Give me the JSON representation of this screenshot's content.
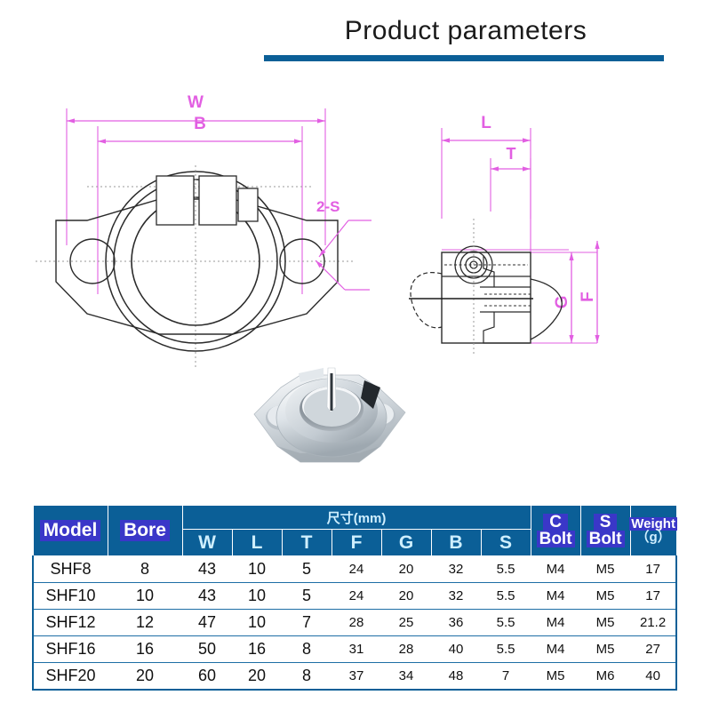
{
  "header": {
    "title": "Product parameters",
    "rule_color": "#0b5f97"
  },
  "drawing": {
    "front_view": {
      "dim_w_label": "W",
      "dim_b_label": "B",
      "callout_label": "2-S"
    },
    "side_view": {
      "dim_l_label": "L",
      "dim_t_label": "T",
      "dim_g_label": "G",
      "dim_f_label": "F"
    },
    "dimension_color": "#e25fe2",
    "outline_color": "#2b2b2b",
    "centerline_color": "#9a9a9a"
  },
  "photo": {
    "alt": "silver aluminum shaft support flange bearing"
  },
  "table": {
    "headers": {
      "model": "Model",
      "bore": "Bore",
      "dimensions_group": "尺寸(mm)",
      "dims": [
        "W",
        "L",
        "T",
        "F",
        "G",
        "B",
        "S"
      ],
      "c_bolt_top": "C",
      "c_bolt_bottom": "Bolt",
      "s_bolt_top": "S",
      "s_bolt_bottom": "Bolt",
      "weight_top": "Weight",
      "weight_bottom": "（g）"
    },
    "rows": [
      {
        "model": "SHF8",
        "bore": "8",
        "w": "43",
        "l": "10",
        "t": "5",
        "f": "24",
        "g": "20",
        "b": "32",
        "s": "5.5",
        "c_bolt": "M4",
        "s_bolt": "M5",
        "weight": "17"
      },
      {
        "model": "SHF10",
        "bore": "10",
        "w": "43",
        "l": "10",
        "t": "5",
        "f": "24",
        "g": "20",
        "b": "32",
        "s": "5.5",
        "c_bolt": "M4",
        "s_bolt": "M5",
        "weight": "17"
      },
      {
        "model": "SHF12",
        "bore": "12",
        "w": "47",
        "l": "10",
        "t": "7",
        "f": "28",
        "g": "25",
        "b": "36",
        "s": "5.5",
        "c_bolt": "M4",
        "s_bolt": "M5",
        "weight": "21.2"
      },
      {
        "model": "SHF16",
        "bore": "16",
        "w": "50",
        "l": "16",
        "t": "8",
        "f": "31",
        "g": "28",
        "b": "40",
        "s": "5.5",
        "c_bolt": "M4",
        "s_bolt": "M5",
        "weight": "27"
      },
      {
        "model": "SHF20",
        "bore": "20",
        "w": "60",
        "l": "20",
        "t": "8",
        "f": "37",
        "g": "34",
        "b": "48",
        "s": "7",
        "c_bolt": "M5",
        "s_bolt": "M6",
        "weight": "40"
      }
    ]
  },
  "colors": {
    "header_teal": "#0b5f97",
    "header_chip": "#3a37c8",
    "header_text": "#cfefff",
    "magenta": "#e25fe2"
  }
}
